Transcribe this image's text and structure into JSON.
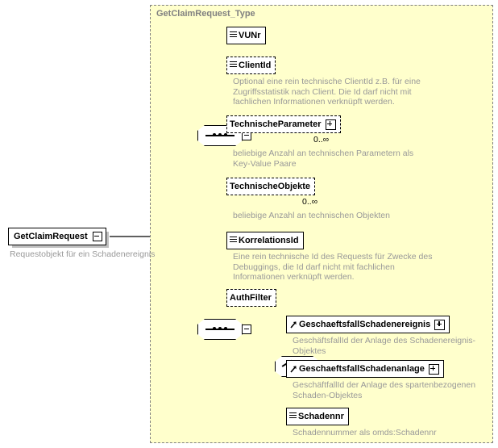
{
  "diagram": {
    "kind": "xsd-schema-tree",
    "root": {
      "name": "GetClaimRequest",
      "annotation": "Requestobjekt für ein Schadenereignis",
      "expander": "minus",
      "border": "solid"
    },
    "type_container": {
      "label": "GetClaimRequest_Type",
      "border": "dashed"
    },
    "compositors": [
      {
        "id": "seq1",
        "kind": "sequence-node",
        "collapse": "minus"
      },
      {
        "id": "seq2",
        "kind": "sequence-node",
        "collapse": "minus"
      },
      {
        "id": "choice1",
        "kind": "choice-node",
        "collapse": "minus"
      }
    ],
    "elements": [
      {
        "id": "vunr",
        "name": "VUNr",
        "border": "solid",
        "occurrence": "required",
        "glyph": "simple-type-icon",
        "expander": "none",
        "cardinality": "",
        "annotation": ""
      },
      {
        "id": "clientid",
        "name": "ClientId",
        "border": "dashed",
        "occurrence": "optional",
        "glyph": "simple-type-icon",
        "expander": "none",
        "cardinality": "",
        "annotation": "Optional eine rein technische ClientId z.B. für eine\nZugriffsstatistik nach Client. Die Id darf nicht mit\nfachlichen Informationen verknüpft werden."
      },
      {
        "id": "technischeparameter",
        "name": "TechnischeParameter",
        "border": "dashed",
        "occurrence": "optional",
        "glyph": "none",
        "expander": "plus",
        "cardinality": "0..∞",
        "annotation": "beliebige Anzahl an technischen Parametern als\nKey-Value Paare"
      },
      {
        "id": "technischeobjekte",
        "name": "TechnischeObjekte",
        "border": "dashed",
        "occurrence": "optional",
        "glyph": "none",
        "expander": "none",
        "cardinality": "0..∞",
        "annotation": "beliebige Anzahl an technischen Objekten"
      },
      {
        "id": "korrelationsid",
        "name": "KorrelationsId",
        "border": "solid",
        "occurrence": "required",
        "glyph": "simple-type-icon",
        "expander": "none",
        "cardinality": "",
        "annotation": "Eine rein technische Id des Requests für Zwecke des\nDebuggings, die Id darf nicht mit fachlichen\nInformationen verknüpft werden."
      },
      {
        "id": "authfilter",
        "name": "AuthFilter",
        "border": "dashed",
        "occurrence": "optional",
        "glyph": "none",
        "expander": "none",
        "cardinality": "",
        "annotation": ""
      },
      {
        "id": "geschaeftsfallschadenereignis",
        "name": "GeschaeftsfallSchadenereignis",
        "border": "solid",
        "occurrence": "required",
        "glyph": "reference-arrow-icon",
        "expander": "plus",
        "cardinality": "",
        "annotation": "GeschäftsfallId der Anlage des Schadenereignis-Objektes"
      },
      {
        "id": "geschaeftsfallschadenanlage",
        "name": "GeschaeftsfallSchadenanlage",
        "border": "solid",
        "occurrence": "required",
        "glyph": "reference-arrow-icon",
        "expander": "plus",
        "cardinality": "",
        "annotation": "GeschäftfallId der Anlage des spartenbezogenen\nSchaden-Objektes"
      },
      {
        "id": "schadennr",
        "name": "Schadennr",
        "border": "solid",
        "occurrence": "required",
        "glyph": "simple-type-icon",
        "expander": "none",
        "cardinality": "",
        "annotation": "Schadennummer als omds:Schadennr"
      }
    ],
    "colors": {
      "type_background": "#ffffcc",
      "node_background": "#ffffff",
      "annotation_text": "#999999",
      "type_label_text": "#808080",
      "line": "#000000",
      "shadow": "#c0c0c0",
      "container_border": "#808080"
    }
  }
}
